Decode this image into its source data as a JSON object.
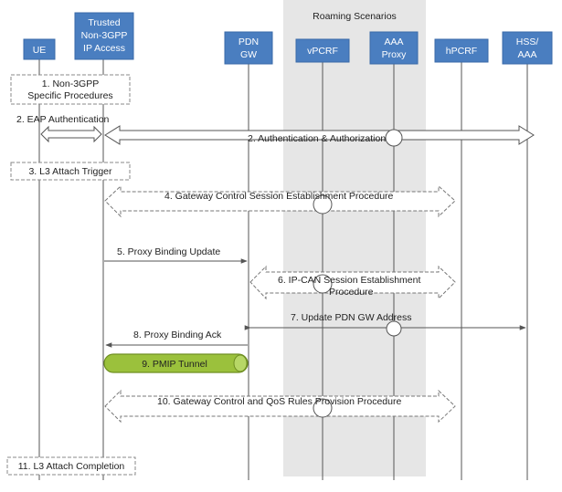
{
  "roaming_label": "Roaming Scenarios",
  "entities": [
    {
      "id": "ue",
      "lines": [
        "UE"
      ]
    },
    {
      "id": "trusted",
      "lines": [
        "Trusted",
        "Non-3GPP",
        "IP Access"
      ]
    },
    {
      "id": "pdngw",
      "lines": [
        "PDN",
        "GW"
      ]
    },
    {
      "id": "vpcrf",
      "lines": [
        "vPCRF"
      ]
    },
    {
      "id": "aaaproxy",
      "lines": [
        "AAA",
        "Proxy"
      ]
    },
    {
      "id": "hpcrf",
      "lines": [
        "hPCRF"
      ]
    },
    {
      "id": "hss",
      "lines": [
        "HSS/",
        "AAA"
      ]
    }
  ],
  "steps": {
    "s1": [
      "1. Non-3GPP",
      "Specific Procedures"
    ],
    "s2a": "2. EAP Authentication",
    "s2b": "2. Authentication & Authorization",
    "s3": "3. L3 Attach Trigger",
    "s4": "4. Gateway Control Session Establishment Procedure",
    "s5": "5. Proxy Binding Update",
    "s6": [
      "6. IP-CAN Session Establishment",
      "Procedure"
    ],
    "s7": "7. Update PDN GW Address",
    "s8": "8. Proxy Binding Ack",
    "s9": "9. PMIP Tunnel",
    "s10": "10. Gateway Control and QoS Rules Provision Procedure",
    "s11": "11. L3 Attach Completion"
  },
  "colors": {
    "entity_fill": "#4a7ec0",
    "entity_stroke": "#3a6aa8",
    "roaming_band": "#e6e6e6",
    "tunnel_fill": "#9bc13c",
    "tunnel_stroke": "#6f8f22",
    "line": "#555555"
  }
}
